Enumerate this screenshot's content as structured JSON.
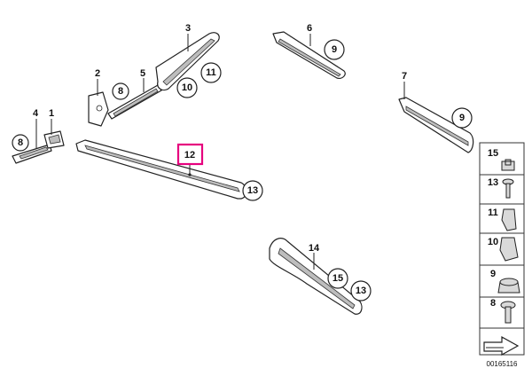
{
  "diagram_ref": "00165116",
  "part_labels": {
    "p1": "1",
    "p2": "2",
    "p3": "3",
    "p4": "4",
    "p5": "5",
    "p6": "6",
    "p7": "7",
    "p12": "12",
    "p14": "14"
  },
  "callouts": {
    "c8a": "8",
    "c8b": "8",
    "c9a": "9",
    "c9b": "9",
    "c10": "10",
    "c11": "11",
    "c13a": "13",
    "c13b": "13",
    "c15": "15"
  },
  "highlighted_part": "12",
  "highlight_color": "#e6007e",
  "legend": [
    "15",
    "13",
    "11",
    "10",
    "9",
    "8"
  ]
}
